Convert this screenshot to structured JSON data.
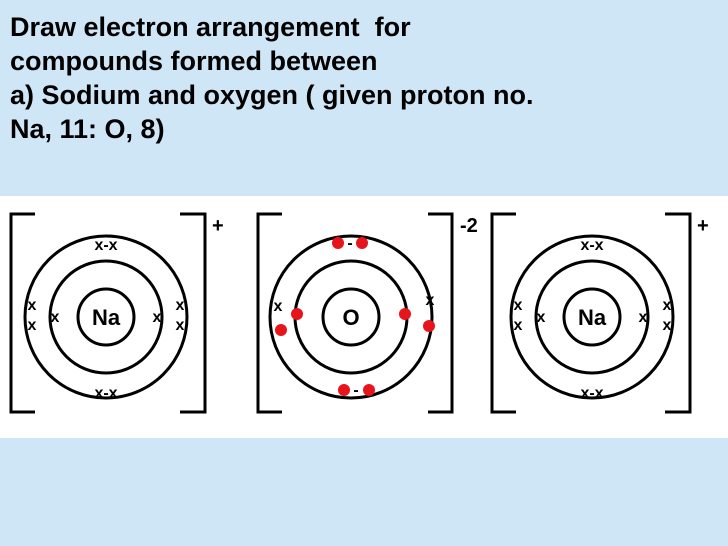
{
  "title": {
    "line1": "Draw electron arrangement  for",
    "line2": "compounds formed between",
    "line3": "a) Sodium and oxygen ( given proton no.",
    "line4": "Na, 11: O, 8)"
  },
  "diagram": {
    "ions": [
      {
        "symbol": "Na",
        "charge": "+",
        "electrons": {
          "top": "x-x",
          "bottom": "x-x",
          "left_outer": [
            "x",
            "x"
          ],
          "left_inner": "x",
          "right_inner": "x",
          "right_outer": [
            "x",
            "x"
          ]
        }
      },
      {
        "symbol": "O",
        "charge": "-2",
        "electrons": {
          "top_mark": "-",
          "bottom_mark": "-",
          "left_outer": "x",
          "right_outer": "x"
        }
      },
      {
        "symbol": "Na",
        "charge": "+",
        "electrons": {
          "top": "x-x",
          "bottom": "x-x",
          "left_outer": [
            "x",
            "x"
          ],
          "left_inner": "x",
          "right_inner": "x",
          "right_outer": [
            "x",
            "x"
          ]
        }
      }
    ],
    "colors": {
      "shared_electron": "#e8141c",
      "stroke": "#000000"
    }
  }
}
